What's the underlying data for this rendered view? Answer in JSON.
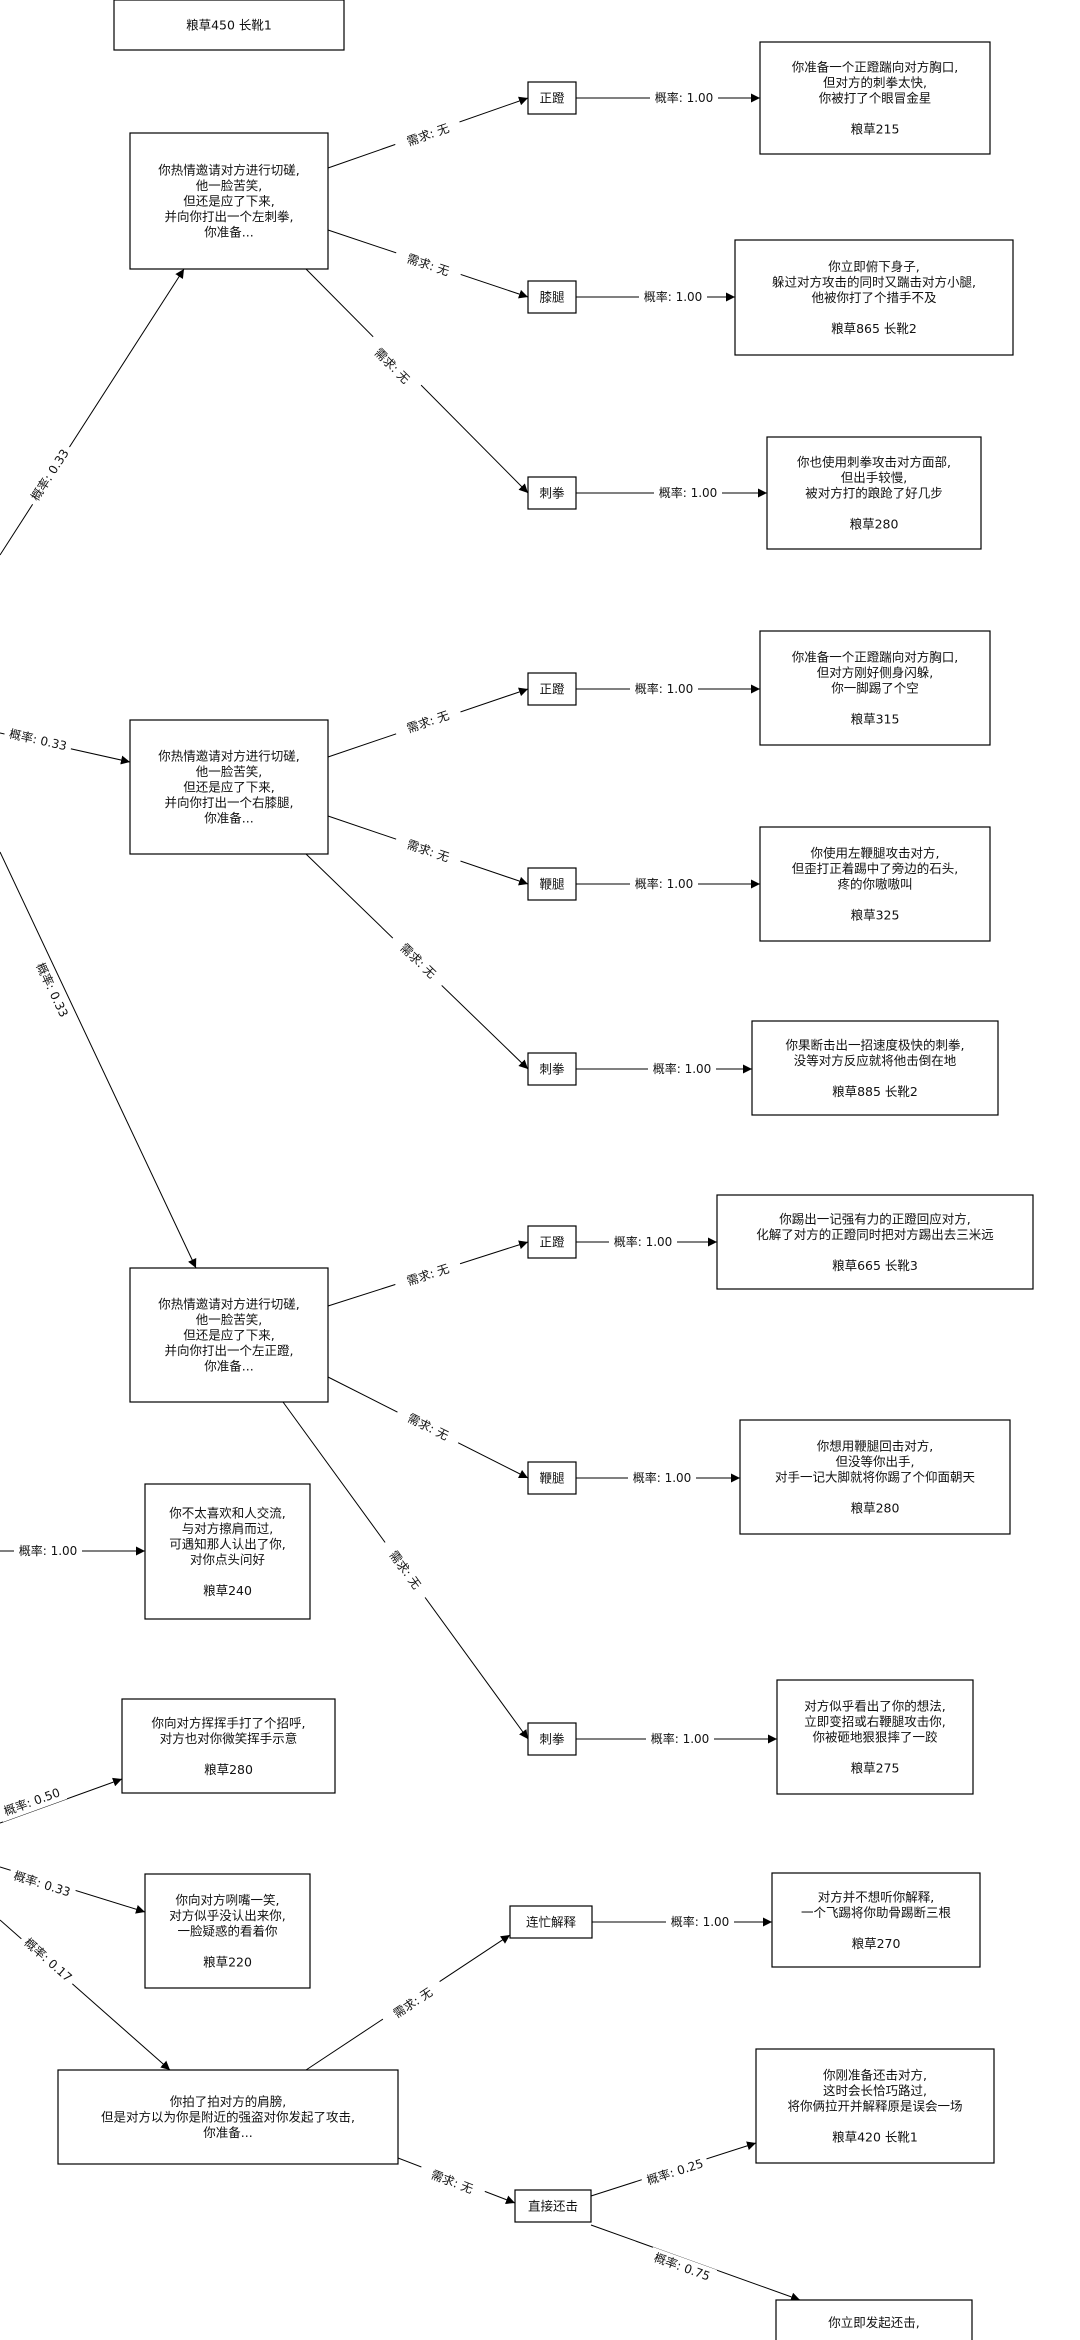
{
  "nodes": [
    {
      "id": "top_cut",
      "lines": [
        "粮草450 长靴1"
      ]
    },
    {
      "id": "intro1",
      "lines": [
        "你热情邀请对方进行切磋,",
        "他一脸苦笑,",
        "但还是应了下来,",
        "并向你打出一个左刺拳,",
        "你准备..."
      ]
    },
    {
      "id": "a1_zhengdeng",
      "lines": [
        "正蹬"
      ]
    },
    {
      "id": "a1_xitui",
      "lines": [
        "膝腿"
      ]
    },
    {
      "id": "a1_ciquan",
      "lines": [
        "刺拳"
      ]
    },
    {
      "id": "r1_zhengdeng",
      "lines": [
        "你准备一个正蹬踹向对方胸口,",
        "但对方的刺拳太快,",
        "你被打了个眼冒金星",
        "",
        "粮草215"
      ]
    },
    {
      "id": "r1_xitui",
      "lines": [
        "你立即俯下身子,",
        "躲过对方攻击的同时又踹击对方小腿,",
        "他被你打了个措手不及",
        "",
        "粮草865 长靴2"
      ]
    },
    {
      "id": "r1_ciquan",
      "lines": [
        "你也使用刺拳攻击对方面部,",
        "但出手较慢,",
        "被对方打的踉跄了好几步",
        "",
        "粮草280"
      ]
    },
    {
      "id": "intro2",
      "lines": [
        "你热情邀请对方进行切磋,",
        "他一脸苦笑,",
        "但还是应了下来,",
        "并向你打出一个右膝腿,",
        "你准备..."
      ]
    },
    {
      "id": "a2_zhengdeng",
      "lines": [
        "正蹬"
      ]
    },
    {
      "id": "a2_bianti",
      "lines": [
        "鞭腿"
      ]
    },
    {
      "id": "a2_ciquan",
      "lines": [
        "刺拳"
      ]
    },
    {
      "id": "r2_zhengdeng",
      "lines": [
        "你准备一个正蹬踹向对方胸口,",
        "但对方刚好侧身闪躲,",
        "你一脚踢了个空",
        "",
        "粮草315"
      ]
    },
    {
      "id": "r2_bianti",
      "lines": [
        "你使用左鞭腿攻击对方,",
        "但歪打正着踢中了旁边的石头,",
        "疼的你嗷嗷叫",
        "",
        "粮草325"
      ]
    },
    {
      "id": "r2_ciquan",
      "lines": [
        "你果断击出一招速度极快的刺拳,",
        "没等对方反应就将他击倒在地",
        "",
        "粮草885 长靴2"
      ]
    },
    {
      "id": "intro3",
      "lines": [
        "你热情邀请对方进行切磋,",
        "他一脸苦笑,",
        "但还是应了下来,",
        "并向你打出一个左正蹬,",
        "你准备..."
      ]
    },
    {
      "id": "a3_zhengdeng",
      "lines": [
        "正蹬"
      ]
    },
    {
      "id": "a3_bianti",
      "lines": [
        "鞭腿"
      ]
    },
    {
      "id": "a3_ciquan",
      "lines": [
        "刺拳"
      ]
    },
    {
      "id": "r3_zhengdeng",
      "lines": [
        "你踢出一记强有力的正蹬回应对方,",
        "化解了对方的正蹬同时把对方踢出去三米远",
        "",
        "粮草665 长靴3"
      ]
    },
    {
      "id": "r3_bianti",
      "lines": [
        "你想用鞭腿回击对方,",
        "但没等你出手,",
        "对手一记大脚就将你踢了个仰面朝天",
        "",
        "粮草280"
      ]
    },
    {
      "id": "r3_ciquan",
      "lines": [
        "对方似乎看出了你的想法,",
        "立即变招或右鞭腿攻击你,",
        "你被砸地狠狠摔了一跤",
        "",
        "粮草275"
      ]
    },
    {
      "id": "o_ignore",
      "lines": [
        "你不太喜欢和人交流,",
        "与对方擦肩而过,",
        "可遇知那人认出了你,",
        "对你点头问好",
        "",
        "粮草240"
      ]
    },
    {
      "id": "o_wave",
      "lines": [
        "你向对方挥挥手打了个招呼,",
        "对方也对你微笑挥手示意",
        "",
        "粮草280"
      ]
    },
    {
      "id": "o_smile",
      "lines": [
        "你向对方咧嘴一笑,",
        "对方似乎没认出来你,",
        "一脸疑惑的看着你",
        "",
        "粮草220"
      ]
    },
    {
      "id": "pat",
      "lines": [
        "你拍了拍对方的肩膀,",
        "但是对方以为你是附近的强盗对你发起了攻击,",
        "你准备..."
      ]
    },
    {
      "id": "a4_explain",
      "lines": [
        "连忙解释"
      ]
    },
    {
      "id": "a4_fight",
      "lines": [
        "直接还击"
      ]
    },
    {
      "id": "r4_explain",
      "lines": [
        "对方并不想听你解释,",
        "一个飞踢将你助骨踢断三根",
        "",
        "粮草270"
      ]
    },
    {
      "id": "r4_fight1",
      "lines": [
        "你刚准备还击对方,",
        "这时会长恰巧路过,",
        "将你俩拉开并解释原是误会一场",
        "",
        "粮草420 长靴1"
      ]
    },
    {
      "id": "r4_fight2",
      "lines": [
        "你立即发起还击,",
        "..."
      ]
    }
  ],
  "edges": [
    {
      "id": "e_in_intro1",
      "label": "概率: 0.33"
    },
    {
      "id": "e_i1_a1",
      "label": "需求: 无"
    },
    {
      "id": "e_i1_a2",
      "label": "需求: 无"
    },
    {
      "id": "e_i1_a3",
      "label": "需求: 无"
    },
    {
      "id": "e_a1_r1",
      "label": "概率: 1.00"
    },
    {
      "id": "e_a2_r2",
      "label": "概率: 1.00"
    },
    {
      "id": "e_a3_r3",
      "label": "概率: 1.00"
    },
    {
      "id": "e_in_intro2",
      "label": "概率: 0.33"
    },
    {
      "id": "e_i2_a1",
      "label": "需求: 无"
    },
    {
      "id": "e_i2_a2",
      "label": "需求: 无"
    },
    {
      "id": "e_i2_a3",
      "label": "需求: 无"
    },
    {
      "id": "e_b1_r1",
      "label": "概率: 1.00"
    },
    {
      "id": "e_b2_r2",
      "label": "概率: 1.00"
    },
    {
      "id": "e_b3_r3",
      "label": "概率: 1.00"
    },
    {
      "id": "e_in_intro3",
      "label": "概率: 0.33"
    },
    {
      "id": "e_i3_a1",
      "label": "需求: 无"
    },
    {
      "id": "e_i3_a2",
      "label": "需求: 无"
    },
    {
      "id": "e_i3_a3",
      "label": "需求: 无"
    },
    {
      "id": "e_c1_r1",
      "label": "概率: 1.00"
    },
    {
      "id": "e_c2_r2",
      "label": "概率: 1.00"
    },
    {
      "id": "e_c3_r3",
      "label": "概率: 1.00"
    },
    {
      "id": "e_in_ignore",
      "label": "概率: 1.00"
    },
    {
      "id": "e_in_wave",
      "label": "概率: 0.50"
    },
    {
      "id": "e_in_smile",
      "label": "概率: 0.33"
    },
    {
      "id": "e_in_pat",
      "label": "概率: 0.17"
    },
    {
      "id": "e_pat_explain",
      "label": "需求: 无"
    },
    {
      "id": "e_pat_fight",
      "label": "需求: 无"
    },
    {
      "id": "e_explain_r",
      "label": "概率: 1.00"
    },
    {
      "id": "e_fight_r1",
      "label": "概率: 0.25"
    },
    {
      "id": "e_fight_r2",
      "label": "概率: 0.75"
    }
  ]
}
